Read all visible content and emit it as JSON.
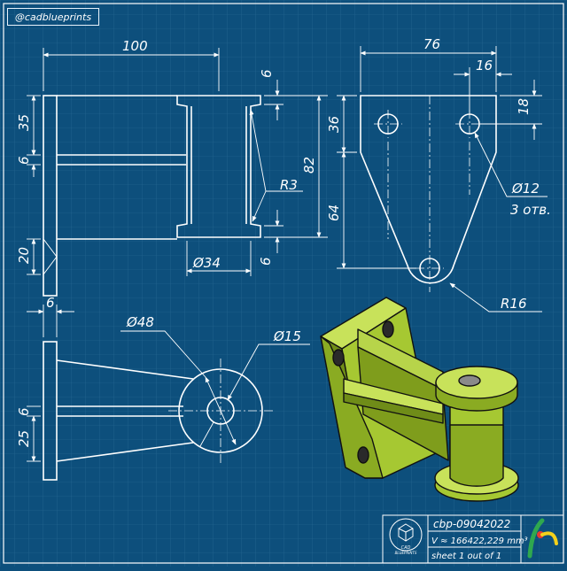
{
  "watermark": {
    "handle": "@cadblueprints"
  },
  "colors": {
    "background": "#0d4f7c",
    "grid": "#2a6a95",
    "line": "#ffffff",
    "part_fill": "#a6c832",
    "part_shadow": "#6f8c18"
  },
  "front_view": {
    "dims": {
      "overall_width": "100",
      "flange_thickness": "6",
      "upper_offset": "35",
      "rib_thickness": "6",
      "height": "82",
      "fillet_radius": "R3",
      "boss_diameter": "Ø34",
      "bottom_flange": "6",
      "lower_offset": "20"
    }
  },
  "side_view": {
    "dims": {
      "top_width": "76",
      "hole_offset": "16",
      "hole_top": "18",
      "upper_height": "36",
      "lower_height": "64",
      "hole_diameter": "Ø12",
      "hole_count": "3 отв.",
      "end_radius": "R16"
    }
  },
  "top_view": {
    "dims": {
      "plate_thickness": "6",
      "boss_outer": "Ø48",
      "boss_inner": "Ø15",
      "offset_25": "25",
      "rib_6": "6"
    }
  },
  "title_block": {
    "logo_line1": "CAD",
    "logo_line2": "BLUEPRINTS",
    "drawing_no": "cbp-09042022",
    "volume": "V ≈ 166422,229 mm³",
    "sheet": "sheet 1 out of 1"
  }
}
